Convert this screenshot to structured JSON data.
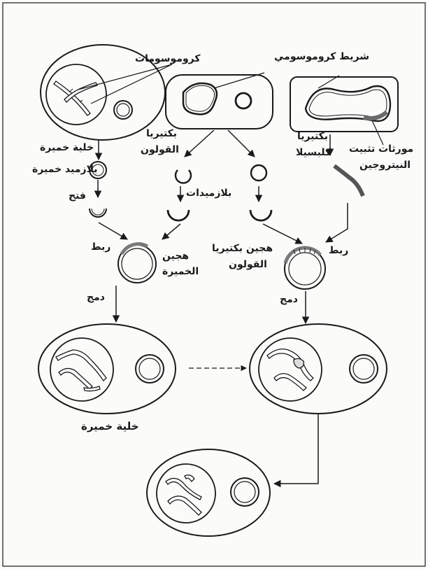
{
  "labels": {
    "chromosomes": "كروموسومات",
    "chromosomal_strand": "شريط كروموسومي",
    "yeast_cell_top": "خلية خميرة",
    "yeast_plasmid": "بلازميد خميرة",
    "open": "فتح",
    "ecoli_line1": "بكتيريا",
    "ecoli_line2": "القولون",
    "plasmids": "بلازميدات",
    "klebsiella_line1": "بكتيريا",
    "klebsiella_line2": "كلبسيلا",
    "nitrogen_genes_line1": "مورثات تثبيت",
    "nitrogen_genes_line2": "النيتروجين",
    "ligate_left": "ربط",
    "yeast_hybrid_line1": "هجين",
    "yeast_hybrid_line2": "الخميرة",
    "ecoli_hybrid_line1": "هجين بكتيريا",
    "ecoli_hybrid_line2": "القولون",
    "ligate_right": "ربط",
    "merge_left": "دمج",
    "merge_right": "دمج",
    "yeast_cell_bottom": "خلية خميرة"
  },
  "colors": {
    "ink": "#1a1a1a",
    "gene_segment": "#6b6b6b",
    "frame": "#444444"
  }
}
